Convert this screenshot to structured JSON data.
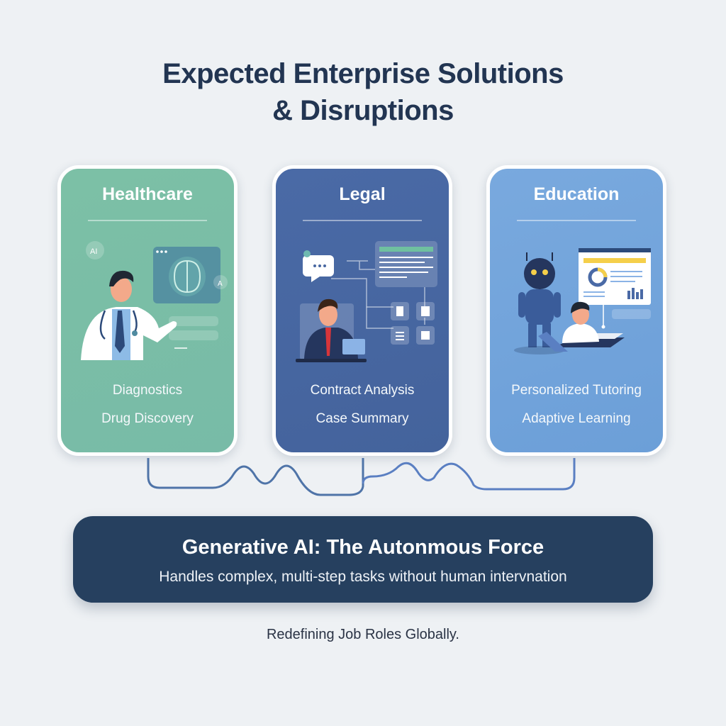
{
  "header": {
    "title_line1": "Expected Enterprise Solutions",
    "title_line2": "& Disruptions"
  },
  "cards": [
    {
      "title": "Healthcare",
      "illustration": "doctor-brain-scan-icon",
      "items": [
        "Diagnostics",
        "Drug Discovery"
      ],
      "color": "#7cbfa7"
    },
    {
      "title": "Legal",
      "illustration": "lawyer-documents-icon",
      "items": [
        "Contract Analysis",
        "Case Summary"
      ],
      "color": "#4867a1"
    },
    {
      "title": "Education",
      "illustration": "robot-tutor-icon",
      "items": [
        "Personalized Tutoring",
        "Adaptive Learning"
      ],
      "color": "#75a5dc"
    }
  ],
  "banner": {
    "title": "Generative AI: The Autonmous Force",
    "subtitle": "Handles complex, multi-step tasks without human intervnation",
    "color": "#26405f"
  },
  "footer": {
    "text": "Redefining Job Roles Globally."
  },
  "colors": {
    "background": "#eef1f4",
    "title": "#223552",
    "connector": "#4f74a8"
  }
}
